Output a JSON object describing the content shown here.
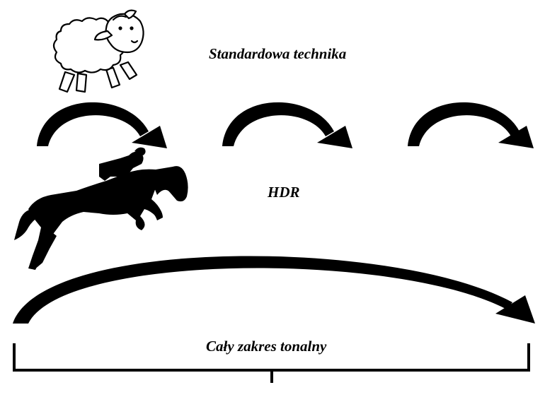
{
  "labels": {
    "standard": "Standardowa technika",
    "hdr": "HDR",
    "full_range": "Cały zakres tonalny"
  },
  "icons": {
    "sheep": "sheep-icon",
    "horse": "horse-rider-icon"
  },
  "colors": {
    "ink": "#000000",
    "background": "#ffffff"
  }
}
